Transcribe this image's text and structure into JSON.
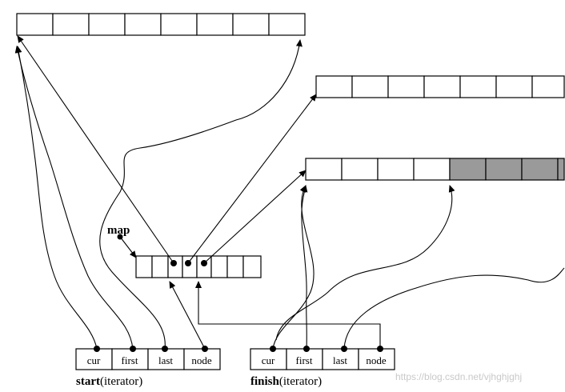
{
  "map_label": "map",
  "start": {
    "name": "start",
    "type": "(iterator)",
    "fields": [
      "cur",
      "first",
      "last",
      "node"
    ]
  },
  "finish": {
    "name": "finish",
    "type": "(iterator)",
    "fields": [
      "cur",
      "first",
      "last",
      "node"
    ]
  },
  "watermark": "https://blog.csdn.net/vjhghjghj",
  "colors": {
    "shaded_cell": "#9a9a9a",
    "line": "#000000"
  }
}
